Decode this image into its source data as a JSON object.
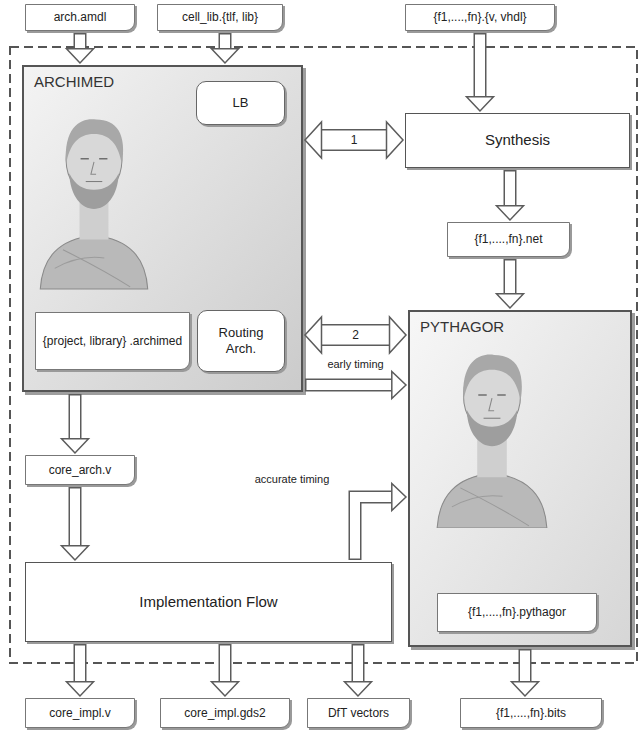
{
  "diagram": {
    "nodes": [
      {
        "text": [
          "arch.amdl"
        ]
      },
      {
        "text": [
          "cell_lib.{tlf, lib}"
        ]
      },
      {
        "text": [
          "{f1,....,fn}.{v, vhdl}"
        ]
      },
      {
        "text": [
          "ARCHIMED"
        ]
      },
      {
        "text": [
          "LB"
        ],
        "in": 3
      },
      {
        "text": [
          "{project, library} .archimed"
        ],
        "in": 3
      },
      {
        "text": [
          "Routing Arch."
        ],
        "in": 3
      },
      {
        "text": [
          "Synthesis"
        ]
      },
      {
        "text": [
          "{f1,....,fn}.net"
        ]
      },
      {
        "text": [
          "PYTHAGOR"
        ]
      },
      {
        "text": [
          "{f1,....,fn}.pythagor"
        ],
        "in": 9
      },
      {
        "text": [
          "core_arch.v"
        ]
      },
      {
        "text": [
          "Implementation Flow"
        ]
      },
      {
        "text": [
          "core_impl.v"
        ]
      },
      {
        "text": [
          "core_impl.gds2"
        ]
      },
      {
        "text": [
          "DfT vectors"
        ]
      },
      {
        "text": [
          "{f1,....,fn}.bits"
        ]
      }
    ],
    "edges": [
      {
        "from": 0,
        "to": 3,
        "arrow": "to"
      },
      {
        "from": 1,
        "to": 3,
        "arrow": "to"
      },
      {
        "from": 2,
        "to": 7,
        "arrow": "to"
      },
      {
        "from": 3,
        "to": 7,
        "arrow": "both",
        "label": "1"
      },
      {
        "from": 7,
        "to": 8,
        "arrow": "to"
      },
      {
        "from": 8,
        "to": 9,
        "arrow": "to"
      },
      {
        "from": 3,
        "to": 9,
        "arrow": "both",
        "label": "2"
      },
      {
        "from": 3,
        "to": 9,
        "arrow": "to",
        "label": "early timing"
      },
      {
        "from": 3,
        "to": 11,
        "arrow": "to"
      },
      {
        "from": 11,
        "to": 12,
        "arrow": "to"
      },
      {
        "from": 12,
        "to": 9,
        "arrow": "to",
        "label": "accurate timing"
      },
      {
        "from": 12,
        "to": 13,
        "arrow": "to"
      },
      {
        "from": 12,
        "to": 14,
        "arrow": "to"
      },
      {
        "from": 12,
        "to": 15,
        "arrow": "to"
      },
      {
        "from": 9,
        "to": 16,
        "arrow": "to"
      }
    ]
  }
}
